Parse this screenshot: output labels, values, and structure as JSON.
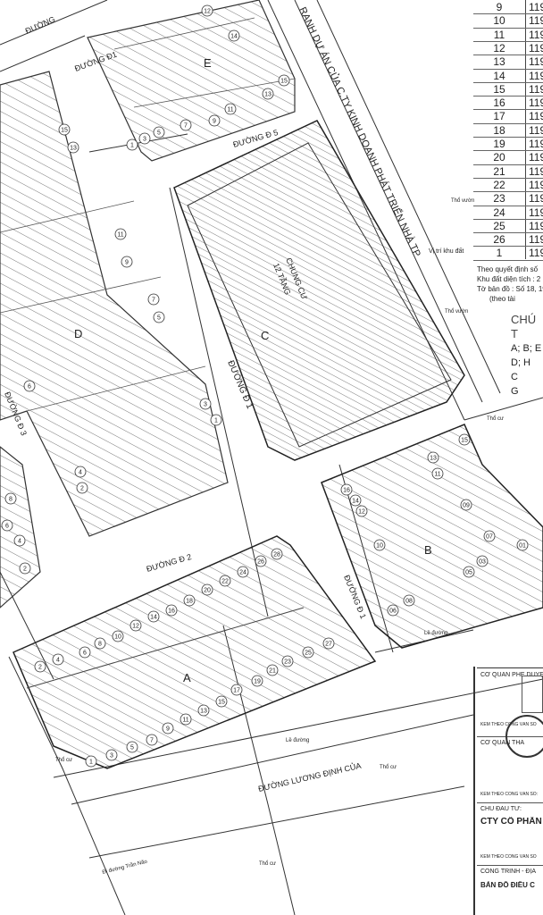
{
  "blocks": {
    "A": "A",
    "B": "B",
    "C": "C",
    "D": "D",
    "E": "E"
  },
  "roads": {
    "top_duong": "ĐƯỜNG",
    "d1_left": "ĐƯỜNG  Đ1",
    "d5": "ĐƯỜNG  Đ 5",
    "d1_center": "ĐƯỜNG  Đ 1",
    "d2": "ĐƯỜNG  Đ 2",
    "d3": "ĐƯỜNG  Đ 3",
    "d1_lower": "ĐƯỜNG  Đ 1",
    "luong_dinh_cua": "ĐƯỜNG LƯƠNG ĐỊNH CỦA",
    "tran_nao": "Đi đường Trần Não",
    "project_boundary": "RANH DỰ ÁN CỦA C.TY KINH DOANH PHÁT TRIỂN NHÀ TP"
  },
  "apartment": {
    "label": "CHUNG CƯ",
    "floors": "12 TẦNG"
  },
  "land_labels": {
    "tho_cu": "Thổ cư",
    "tho_vuon": "Thổ vườn",
    "le_duong": "Lề đường",
    "khu_vuc": "Vị trí khu đất"
  },
  "lot_numbers": {
    "E": [
      "12",
      "14",
      "15",
      "13",
      "11",
      "9",
      "7",
      "5",
      "3",
      "1"
    ],
    "D": [
      "15",
      "13",
      "11",
      "9",
      "7",
      "5",
      "3",
      "1"
    ],
    "D_lower": [
      "6",
      "4",
      "2"
    ],
    "D3": [
      "8",
      "6",
      "4",
      "2"
    ],
    "A_top": [
      "2",
      "4",
      "6",
      "8",
      "10",
      "12",
      "14",
      "16",
      "18",
      "20",
      "22",
      "24",
      "26",
      "28"
    ],
    "A_bottom": [
      "1",
      "3",
      "5",
      "7",
      "9",
      "11",
      "13",
      "15",
      "17",
      "19",
      "21",
      "23",
      "25",
      "27"
    ],
    "B_left": [
      "16",
      "14",
      "12",
      "10",
      "08",
      "06"
    ],
    "B_right": [
      "15",
      "13",
      "11",
      "09",
      "07",
      "05",
      "03",
      "01"
    ]
  },
  "table": {
    "rows": [
      {
        "n": "9",
        "v": "119"
      },
      {
        "n": "10",
        "v": "119"
      },
      {
        "n": "11",
        "v": "119"
      },
      {
        "n": "12",
        "v": "119"
      },
      {
        "n": "13",
        "v": "119"
      },
      {
        "n": "14",
        "v": "119"
      },
      {
        "n": "15",
        "v": "119"
      },
      {
        "n": "16",
        "v": "119"
      },
      {
        "n": "17",
        "v": "119"
      },
      {
        "n": "18",
        "v": "119"
      },
      {
        "n": "19",
        "v": "119"
      },
      {
        "n": "20",
        "v": "119"
      },
      {
        "n": "21",
        "v": "119"
      },
      {
        "n": "22",
        "v": "119"
      },
      {
        "n": "23",
        "v": "119"
      },
      {
        "n": "24",
        "v": "119"
      },
      {
        "n": "25",
        "v": "119"
      },
      {
        "n": "26",
        "v": "119"
      },
      {
        "n": "1",
        "v": "119"
      }
    ]
  },
  "notes": {
    "line1": "Theo  quyết định số",
    "line2": "Khu đất diện tích :  2",
    "line3": "Tờ bản đồ :  Số 18, 19",
    "line4": "(theo tài"
  },
  "legend": {
    "heading": "CHÚ T",
    "items": [
      "A; B; E",
      "D; H",
      "C",
      "G"
    ]
  },
  "title_block": {
    "agency": "CƠ QUAN PHÊ DUYỆ",
    "attach1": "KÈM THEO CÔNG VĂN SỐ",
    "agency2": "CƠ QUAN THẨ",
    "attach2": "KÈM THEO CÔNG VĂN SỐ:",
    "investor_label": "CHỦ ĐẦU TƯ:",
    "investor": "CTY CỔ PHẦN",
    "attach3": "KÈM THEO CÔNG VĂN SỐ",
    "project_label": "CÔNG TRÌNH - ĐỊA",
    "drawing": "BẢN ĐỒ ĐIỀU C"
  }
}
